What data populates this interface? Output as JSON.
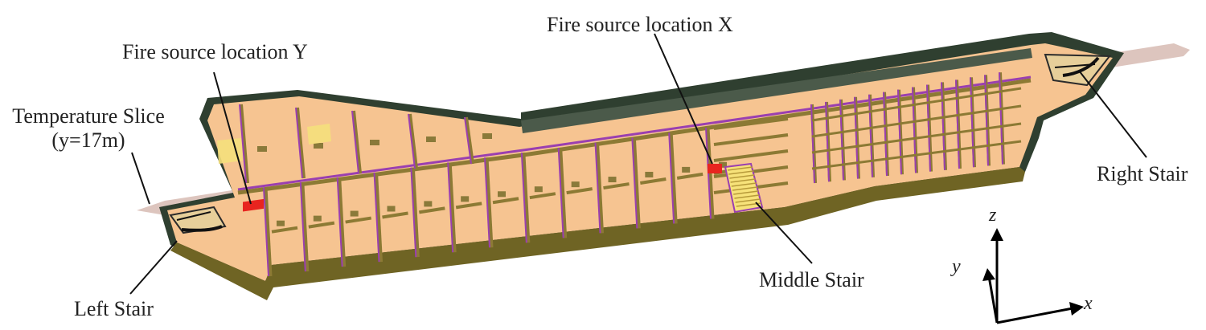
{
  "labels": {
    "fire_y": "Fire source location Y",
    "fire_x": "Fire source location X",
    "temp_slice_line1": "Temperature Slice",
    "temp_slice_line2": "(y=17m)",
    "right_stair": "Right Stair",
    "middle_stair": "Middle Stair",
    "left_stair": "Left Stair"
  },
  "axes": {
    "z": "z",
    "y": "y",
    "x": "x"
  },
  "colors": {
    "floor": "#f6c491",
    "wall_outer": "#2b3a2c",
    "wall_olive": "#7a6b2a",
    "room_wall": "#8c7a34",
    "partition_edge": "#9a3fb0",
    "fire": "#e8241f",
    "slice": "#c9a8a0",
    "stair": "#f7e27a"
  }
}
